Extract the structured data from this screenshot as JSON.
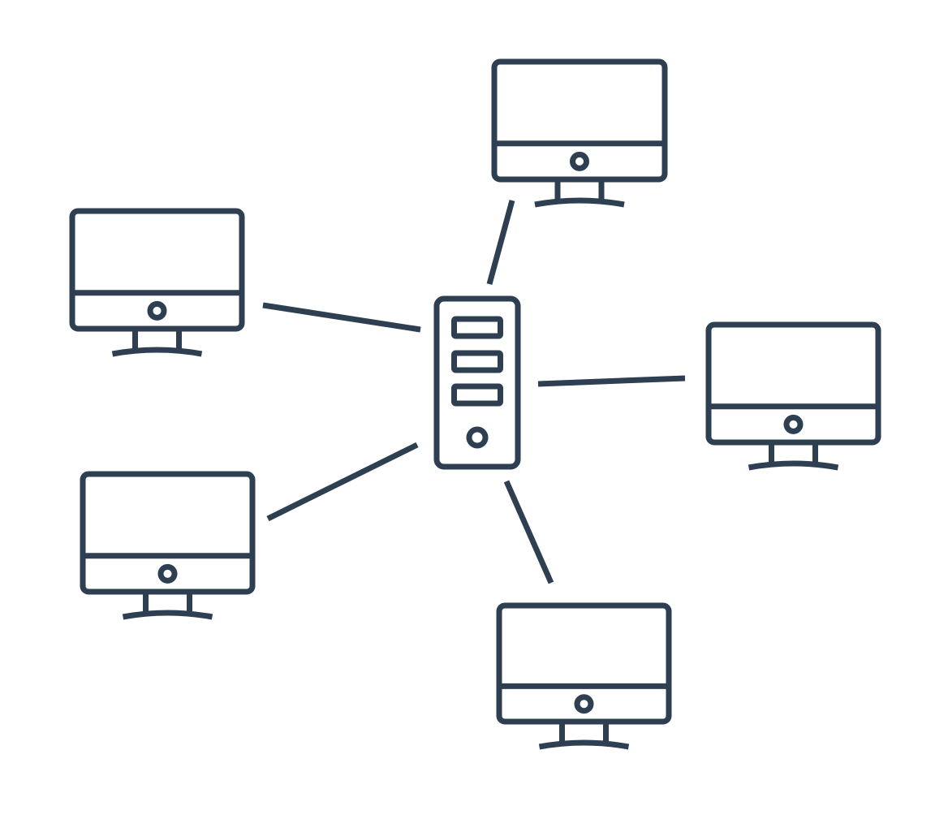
{
  "diagram": {
    "type": "star-network",
    "line_color": "#2e3f52",
    "background": "#ffffff",
    "hub": {
      "icon": "server-tower-icon"
    },
    "nodes": [
      {
        "id": "top",
        "icon": "desktop-monitor-icon"
      },
      {
        "id": "upper-left",
        "icon": "desktop-monitor-icon"
      },
      {
        "id": "right",
        "icon": "desktop-monitor-icon"
      },
      {
        "id": "lower-left",
        "icon": "desktop-monitor-icon"
      },
      {
        "id": "bottom",
        "icon": "desktop-monitor-icon"
      }
    ],
    "connections": [
      {
        "from": "hub",
        "to": "top"
      },
      {
        "from": "hub",
        "to": "upper-left"
      },
      {
        "from": "hub",
        "to": "right"
      },
      {
        "from": "hub",
        "to": "lower-left"
      },
      {
        "from": "hub",
        "to": "bottom"
      }
    ]
  }
}
